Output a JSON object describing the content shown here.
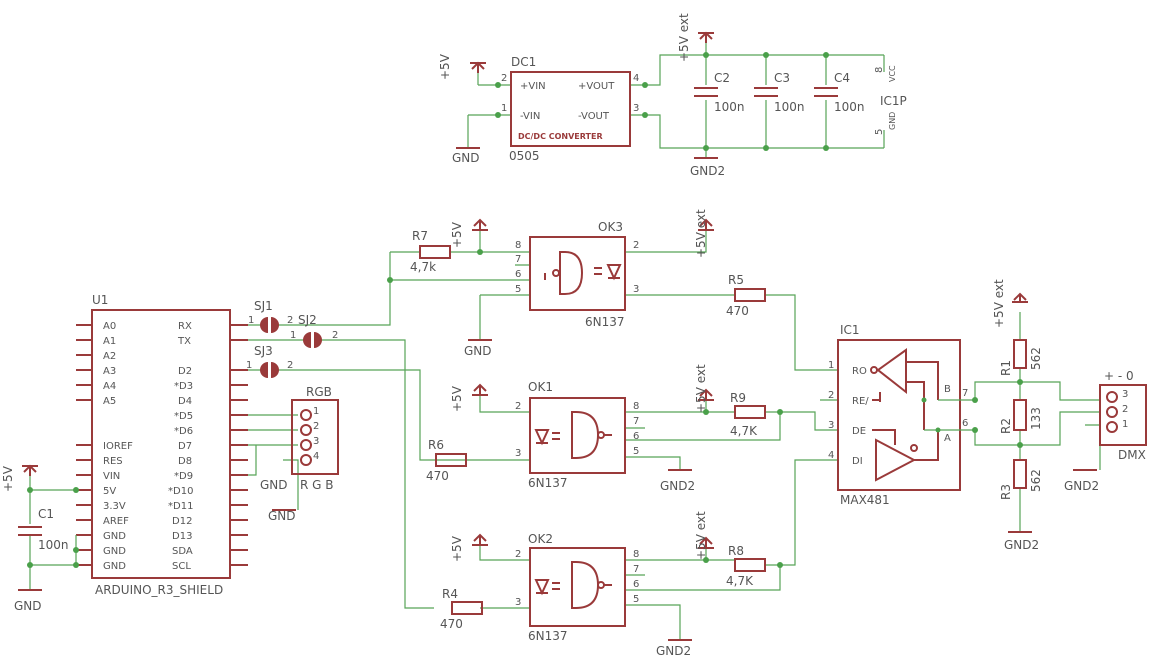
{
  "net_labels": {
    "p5v": "+5V",
    "p5v_ext": "+5V ext",
    "gnd": "GND",
    "gnd2": "GND2"
  },
  "dc1": {
    "name": "DC1",
    "value": "0505",
    "desc": "DC/DC CONVERTER",
    "pins": {
      "vin_p": "+VIN",
      "vin_n": "-VIN",
      "vout_p": "+VOUT",
      "vout_n": "-VOUT"
    },
    "pin_nums": {
      "p1": "1",
      "p2": "2",
      "p3": "3",
      "p4": "4"
    }
  },
  "caps": {
    "c1": {
      "name": "C1",
      "value": "100n"
    },
    "c2": {
      "name": "C2",
      "value": "100n"
    },
    "c3": {
      "name": "C3",
      "value": "100n"
    },
    "c4": {
      "name": "C4",
      "value": "100n"
    }
  },
  "ic1p": {
    "name": "IC1P",
    "vcc": "VCC",
    "gnd": "GND",
    "pin8": "8",
    "pin5": "5"
  },
  "u1": {
    "name": "U1",
    "value": "ARDUINO_R3_SHIELD",
    "left_pins": [
      "A0",
      "A1",
      "A2",
      "A3",
      "A4",
      "A5",
      "IOREF",
      "RES",
      "VIN",
      "5V",
      "3.3V",
      "AREF",
      "GND",
      "GND",
      "GND"
    ],
    "right_pins": [
      "RX",
      "TX",
      "D2",
      "*D3",
      "D4",
      "*D5",
      "*D6",
      "D7",
      "D8",
      "*D9",
      "*D10",
      "*D11",
      "D12",
      "D13",
      "SDA",
      "SCL"
    ]
  },
  "jumpers": {
    "sj1": {
      "name": "SJ1",
      "p1": "1",
      "p2": "2"
    },
    "sj2": {
      "name": "SJ2",
      "p1": "1",
      "p2": "2"
    },
    "sj3": {
      "name": "SJ3",
      "p1": "1",
      "p2": "2"
    }
  },
  "rgb": {
    "name": "RGB",
    "value": "R G B",
    "pins": [
      "1",
      "2",
      "3",
      "4"
    ]
  },
  "resistors": {
    "r1": {
      "name": "R1",
      "value": "562"
    },
    "r2": {
      "name": "R2",
      "value": "133"
    },
    "r3": {
      "name": "R3",
      "value": "562"
    },
    "r4": {
      "name": "R4",
      "value": "470"
    },
    "r5": {
      "name": "R5",
      "value": "470"
    },
    "r6": {
      "name": "R6",
      "value": "470"
    },
    "r7": {
      "name": "R7",
      "value": "4,7k"
    },
    "r8": {
      "name": "R8",
      "value": "4,7K"
    },
    "r9": {
      "name": "R9",
      "value": "4,7K"
    }
  },
  "opto": {
    "ok1": {
      "name": "OK1",
      "value": "6N137",
      "pins": [
        "2",
        "3",
        "8",
        "7",
        "6",
        "5"
      ]
    },
    "ok2": {
      "name": "OK2",
      "value": "6N137",
      "pins": [
        "2",
        "3",
        "8",
        "7",
        "6",
        "5"
      ]
    },
    "ok3": {
      "name": "OK3",
      "value": "6N137",
      "pins": [
        "8",
        "7",
        "6",
        "5",
        "2",
        "3"
      ]
    }
  },
  "ic1": {
    "name": "IC1",
    "value": "MAX481",
    "pins": {
      "ro": "RO",
      "re": "RE/",
      "de": "DE",
      "di": "DI",
      "b": "B",
      "a": "A"
    },
    "pin_nums": {
      "p1": "1",
      "p2": "2",
      "p3": "3",
      "p4": "4",
      "p7": "7",
      "p6": "6"
    }
  },
  "dmx": {
    "name": "DMX",
    "header": "+  -  0",
    "pins": [
      "3",
      "2",
      "1"
    ]
  }
}
